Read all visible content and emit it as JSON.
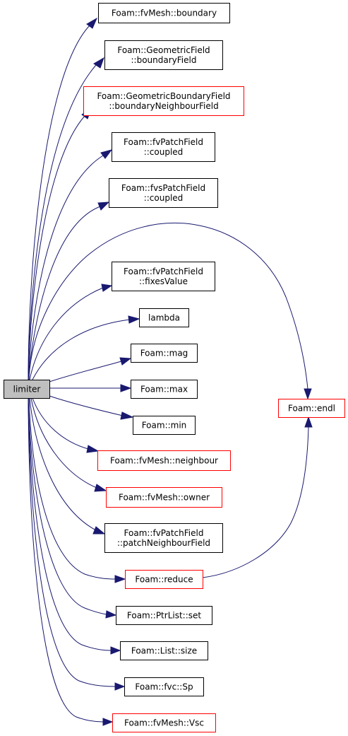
{
  "colors": {
    "edge": "#191970",
    "documented_border": "#000000",
    "undocumented_border": "#ff0000",
    "root_fill": "#bfbfbf",
    "node_fill": "#ffffff"
  },
  "root": {
    "id": "limiter",
    "lines": [
      "limiter"
    ]
  },
  "nodes": [
    {
      "id": "boundary",
      "lines": [
        "Foam::fvMesh::boundary"
      ],
      "border": "black"
    },
    {
      "id": "boundaryField",
      "lines": [
        "Foam::GeometricField",
        "::boundaryField"
      ],
      "border": "black"
    },
    {
      "id": "boundaryNeighbourField",
      "lines": [
        "Foam::GeometricBoundaryField",
        "::boundaryNeighbourField"
      ],
      "border": "red"
    },
    {
      "id": "fvPatchField_coupled",
      "lines": [
        "Foam::fvPatchField",
        "::coupled"
      ],
      "border": "black"
    },
    {
      "id": "fvsPatchField_coupled",
      "lines": [
        "Foam::fvsPatchField",
        "::coupled"
      ],
      "border": "black"
    },
    {
      "id": "fixesValue",
      "lines": [
        "Foam::fvPatchField",
        "::fixesValue"
      ],
      "border": "black"
    },
    {
      "id": "lambda",
      "lines": [
        "lambda"
      ],
      "border": "black"
    },
    {
      "id": "mag",
      "lines": [
        "Foam::mag"
      ],
      "border": "black"
    },
    {
      "id": "max",
      "lines": [
        "Foam::max"
      ],
      "border": "black"
    },
    {
      "id": "min",
      "lines": [
        "Foam::min"
      ],
      "border": "black"
    },
    {
      "id": "neighbour",
      "lines": [
        "Foam::fvMesh::neighbour"
      ],
      "border": "red"
    },
    {
      "id": "owner",
      "lines": [
        "Foam::fvMesh::owner"
      ],
      "border": "red"
    },
    {
      "id": "patchNeighbourField",
      "lines": [
        "Foam::fvPatchField",
        "::patchNeighbourField"
      ],
      "border": "black"
    },
    {
      "id": "reduce",
      "lines": [
        "Foam::reduce"
      ],
      "border": "red"
    },
    {
      "id": "ptrlist_set",
      "lines": [
        "Foam::PtrList::set"
      ],
      "border": "black"
    },
    {
      "id": "list_size",
      "lines": [
        "Foam::List::size"
      ],
      "border": "black"
    },
    {
      "id": "fvc_sp",
      "lines": [
        "Foam::fvc::Sp"
      ],
      "border": "black"
    },
    {
      "id": "vsc",
      "lines": [
        "Foam::fvMesh::Vsc"
      ],
      "border": "red"
    },
    {
      "id": "endl",
      "lines": [
        "Foam::endl"
      ],
      "border": "red"
    }
  ],
  "edges": [
    {
      "from": "limiter",
      "to": "boundary"
    },
    {
      "from": "limiter",
      "to": "boundaryField"
    },
    {
      "from": "limiter",
      "to": "boundaryNeighbourField"
    },
    {
      "from": "limiter",
      "to": "fvPatchField_coupled"
    },
    {
      "from": "limiter",
      "to": "fvsPatchField_coupled"
    },
    {
      "from": "limiter",
      "to": "endl"
    },
    {
      "from": "limiter",
      "to": "fixesValue"
    },
    {
      "from": "limiter",
      "to": "lambda"
    },
    {
      "from": "limiter",
      "to": "mag"
    },
    {
      "from": "limiter",
      "to": "max"
    },
    {
      "from": "limiter",
      "to": "min"
    },
    {
      "from": "limiter",
      "to": "neighbour"
    },
    {
      "from": "limiter",
      "to": "owner"
    },
    {
      "from": "limiter",
      "to": "patchNeighbourField"
    },
    {
      "from": "limiter",
      "to": "reduce"
    },
    {
      "from": "limiter",
      "to": "ptrlist_set"
    },
    {
      "from": "limiter",
      "to": "list_size"
    },
    {
      "from": "limiter",
      "to": "fvc_sp"
    },
    {
      "from": "limiter",
      "to": "vsc"
    },
    {
      "from": "reduce",
      "to": "endl"
    }
  ]
}
